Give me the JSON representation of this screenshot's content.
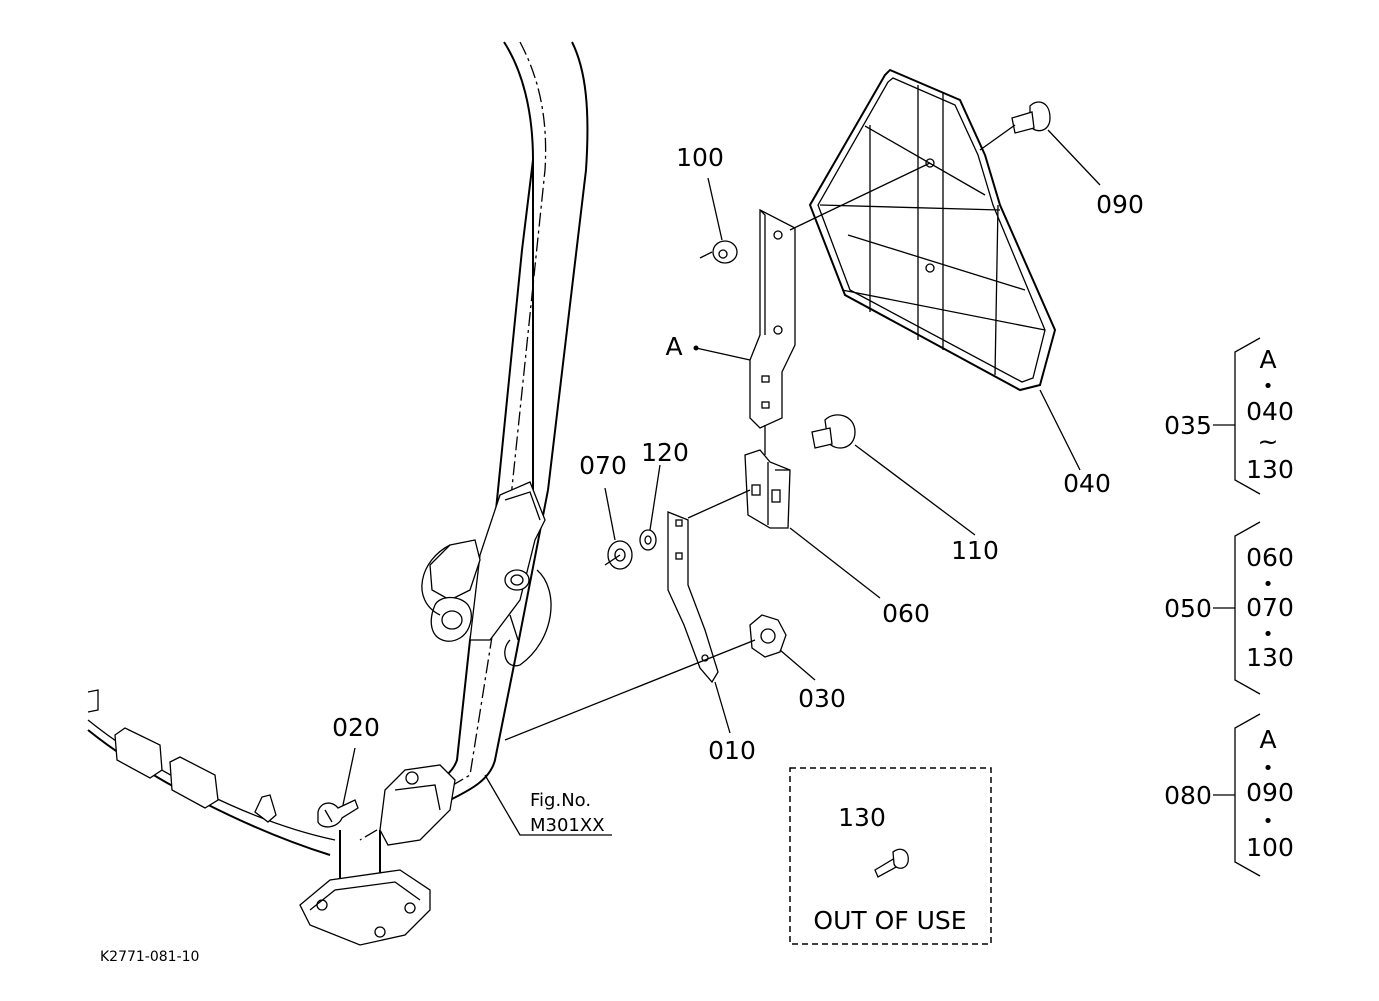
{
  "diagram": {
    "drawing_code": "K2771-081-10",
    "figure_reference": {
      "line1": "Fig.No.",
      "line2": "M301XX"
    },
    "callouts": {
      "c010": "010",
      "c020": "020",
      "c030": "030",
      "c040": "040",
      "c060": "060",
      "c070": "070",
      "c090": "090",
      "c100": "100",
      "c110": "110",
      "c120": "120",
      "ref_a": "A"
    },
    "out_of_use_box": {
      "part": "130",
      "text": "OUT OF USE"
    },
    "assembly_groups": [
      {
        "number": "035",
        "items": [
          "A",
          "•",
          "040",
          "~",
          "130"
        ]
      },
      {
        "number": "050",
        "items": [
          "060",
          "•",
          "070",
          "•",
          "130"
        ]
      },
      {
        "number": "080",
        "items": [
          "A",
          "•",
          "090",
          "•",
          "100"
        ]
      }
    ]
  }
}
